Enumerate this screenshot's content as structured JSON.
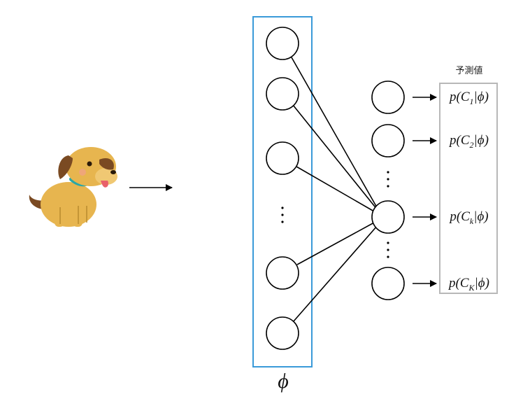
{
  "prediction_header": "予測値",
  "input_vector_label": "ϕ",
  "predictions": [
    {
      "prefix": "p(C",
      "sub": "1",
      "suffix": "|ϕ)"
    },
    {
      "prefix": "p(C",
      "sub": "2",
      "suffix": "|ϕ)"
    },
    {
      "prefix": "p(C",
      "sub": "k",
      "suffix": "|ϕ)"
    },
    {
      "prefix": "p(C",
      "sub": "K",
      "suffix": "|ϕ)"
    }
  ],
  "colors": {
    "input_box": "#3a9ad9",
    "prediction_box": "#b8b8b8",
    "line": "#000000",
    "dog_body": "#e7b54f",
    "dog_ear": "#7a4a22",
    "dog_collar": "#2aa7a7"
  },
  "icons": {
    "input_image": "dog-illustration",
    "arrows": "arrow-right-icon"
  }
}
